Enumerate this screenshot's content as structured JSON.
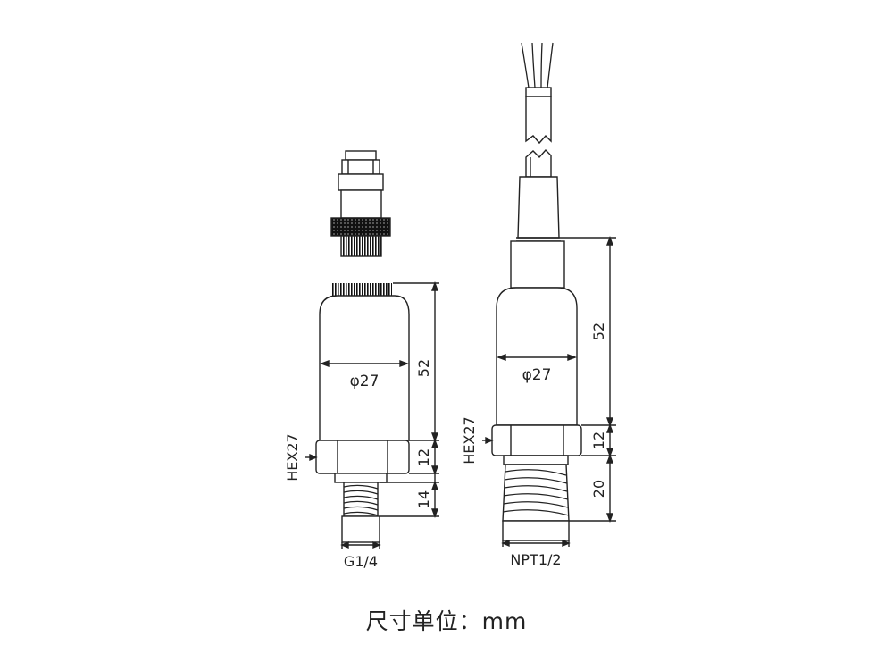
{
  "left_sensor": {
    "diameter_label": "φ27",
    "hex_label": "HEX27",
    "dim_body": "52",
    "dim_hex": "12",
    "dim_thread": "14",
    "thread_label": "G1/4"
  },
  "right_sensor": {
    "diameter_label": "φ27",
    "hex_label": "HEX27",
    "dim_body": "52",
    "dim_hex": "12",
    "dim_thread": "20",
    "thread_label": "NPT1/2"
  },
  "caption": "尺寸单位：mm",
  "colors": {
    "line": "#222222",
    "knurl": "#1a1a1a"
  }
}
